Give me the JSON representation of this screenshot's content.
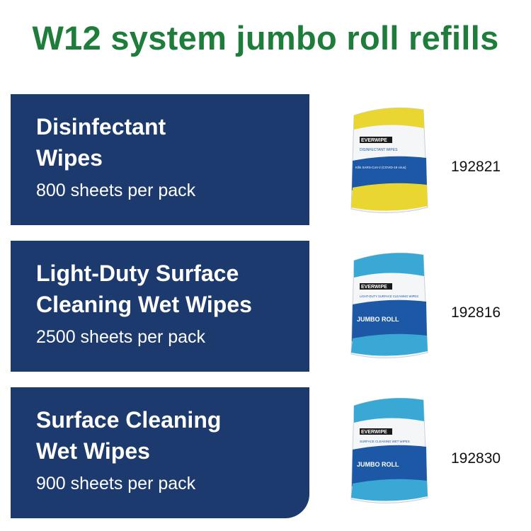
{
  "header": {
    "title": "W12 system jumbo roll refills"
  },
  "colors": {
    "title_green": "#1e7d3a",
    "panel_navy": "#1c3a6e",
    "panel_text": "#ffffff",
    "pack_yellow": "#e9d630",
    "pack_cyan": "#3aa8d4",
    "pack_blue": "#1d58a6"
  },
  "products": [
    {
      "name": "Disinfectant\nWipes",
      "sheets": "800 sheets per pack",
      "code": "192821",
      "pack": {
        "brand": "EVERWIPE",
        "line": "DISINFECTANT WIPES",
        "band": "Kills SARS-CoV-2 (COVID-19 virus)",
        "accent": "yellow"
      }
    },
    {
      "name": "Light-Duty Surface\nCleaning Wet Wipes",
      "sheets": "2500 sheets per pack",
      "code": "192816",
      "pack": {
        "brand": "EVERWIPE",
        "line": "LIGHT-DUTY SURFACE CLEANING WIPES",
        "band": "JUMBO ROLL",
        "accent": "cyan"
      }
    },
    {
      "name": "Surface Cleaning\nWet Wipes",
      "sheets": "900 sheets per pack",
      "code": "192830",
      "pack": {
        "brand": "EVERWIPE",
        "line": "SURFACE CLEANING WET WIPES",
        "band": "JUMBO ROLL",
        "accent": "cyan"
      }
    }
  ]
}
